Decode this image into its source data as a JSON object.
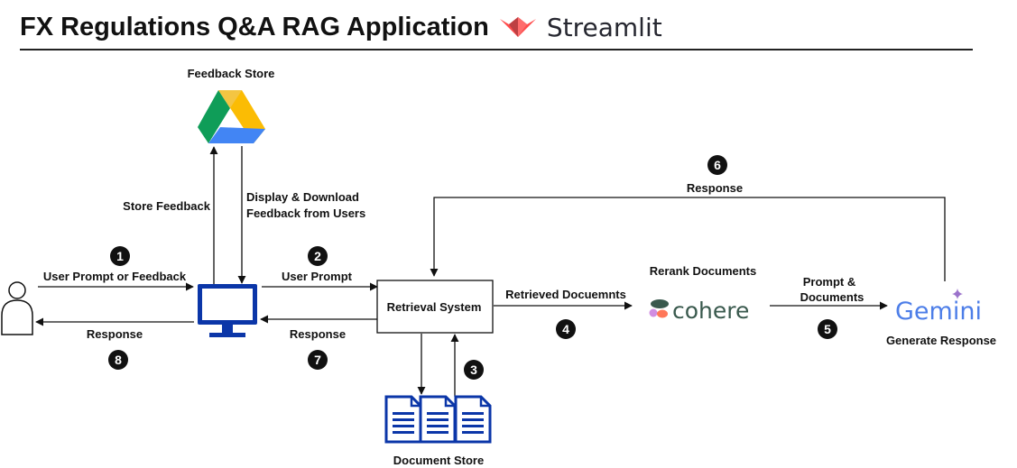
{
  "header": {
    "title": "FX Regulations Q&A RAG Application",
    "brand": "Streamlit",
    "brand_logo": "streamlit-crown-icon",
    "brand_color": "#ff4b4b"
  },
  "nodes": {
    "feedback_store": {
      "label": "Feedback Store",
      "icon": "google-drive-icon"
    },
    "user": {
      "icon": "user-icon"
    },
    "app": {
      "icon": "monitor-icon",
      "color": "#0b36a8"
    },
    "retrieval": {
      "label": "Retrieval System"
    },
    "document_store": {
      "label": "Document Store",
      "icon": "document-stack-icon"
    },
    "cohere": {
      "label_top": "Rerank Documents",
      "logo_text": "cohere",
      "icon": "cohere-logo"
    },
    "gemini": {
      "label_bottom": "Generate Response",
      "logo_text": "Gemini",
      "icon": "gemini-logo"
    }
  },
  "edges": {
    "store_feedback": "Store Feedback",
    "display_download_1": "Display & Download",
    "display_download_2": "Feedback from Users",
    "user_prompt_or_feedback": "User Prompt or Feedback",
    "user_prompt": "User Prompt",
    "retrieved_documents": "Retrieved Docuemnts",
    "prompt_docs_1": "Prompt &",
    "prompt_docs_2": "Documents",
    "response_gemini": "Response",
    "response_to_app": "Response",
    "response_to_user": "Response"
  },
  "steps": [
    "1",
    "2",
    "3",
    "4",
    "5",
    "6",
    "7",
    "8"
  ]
}
